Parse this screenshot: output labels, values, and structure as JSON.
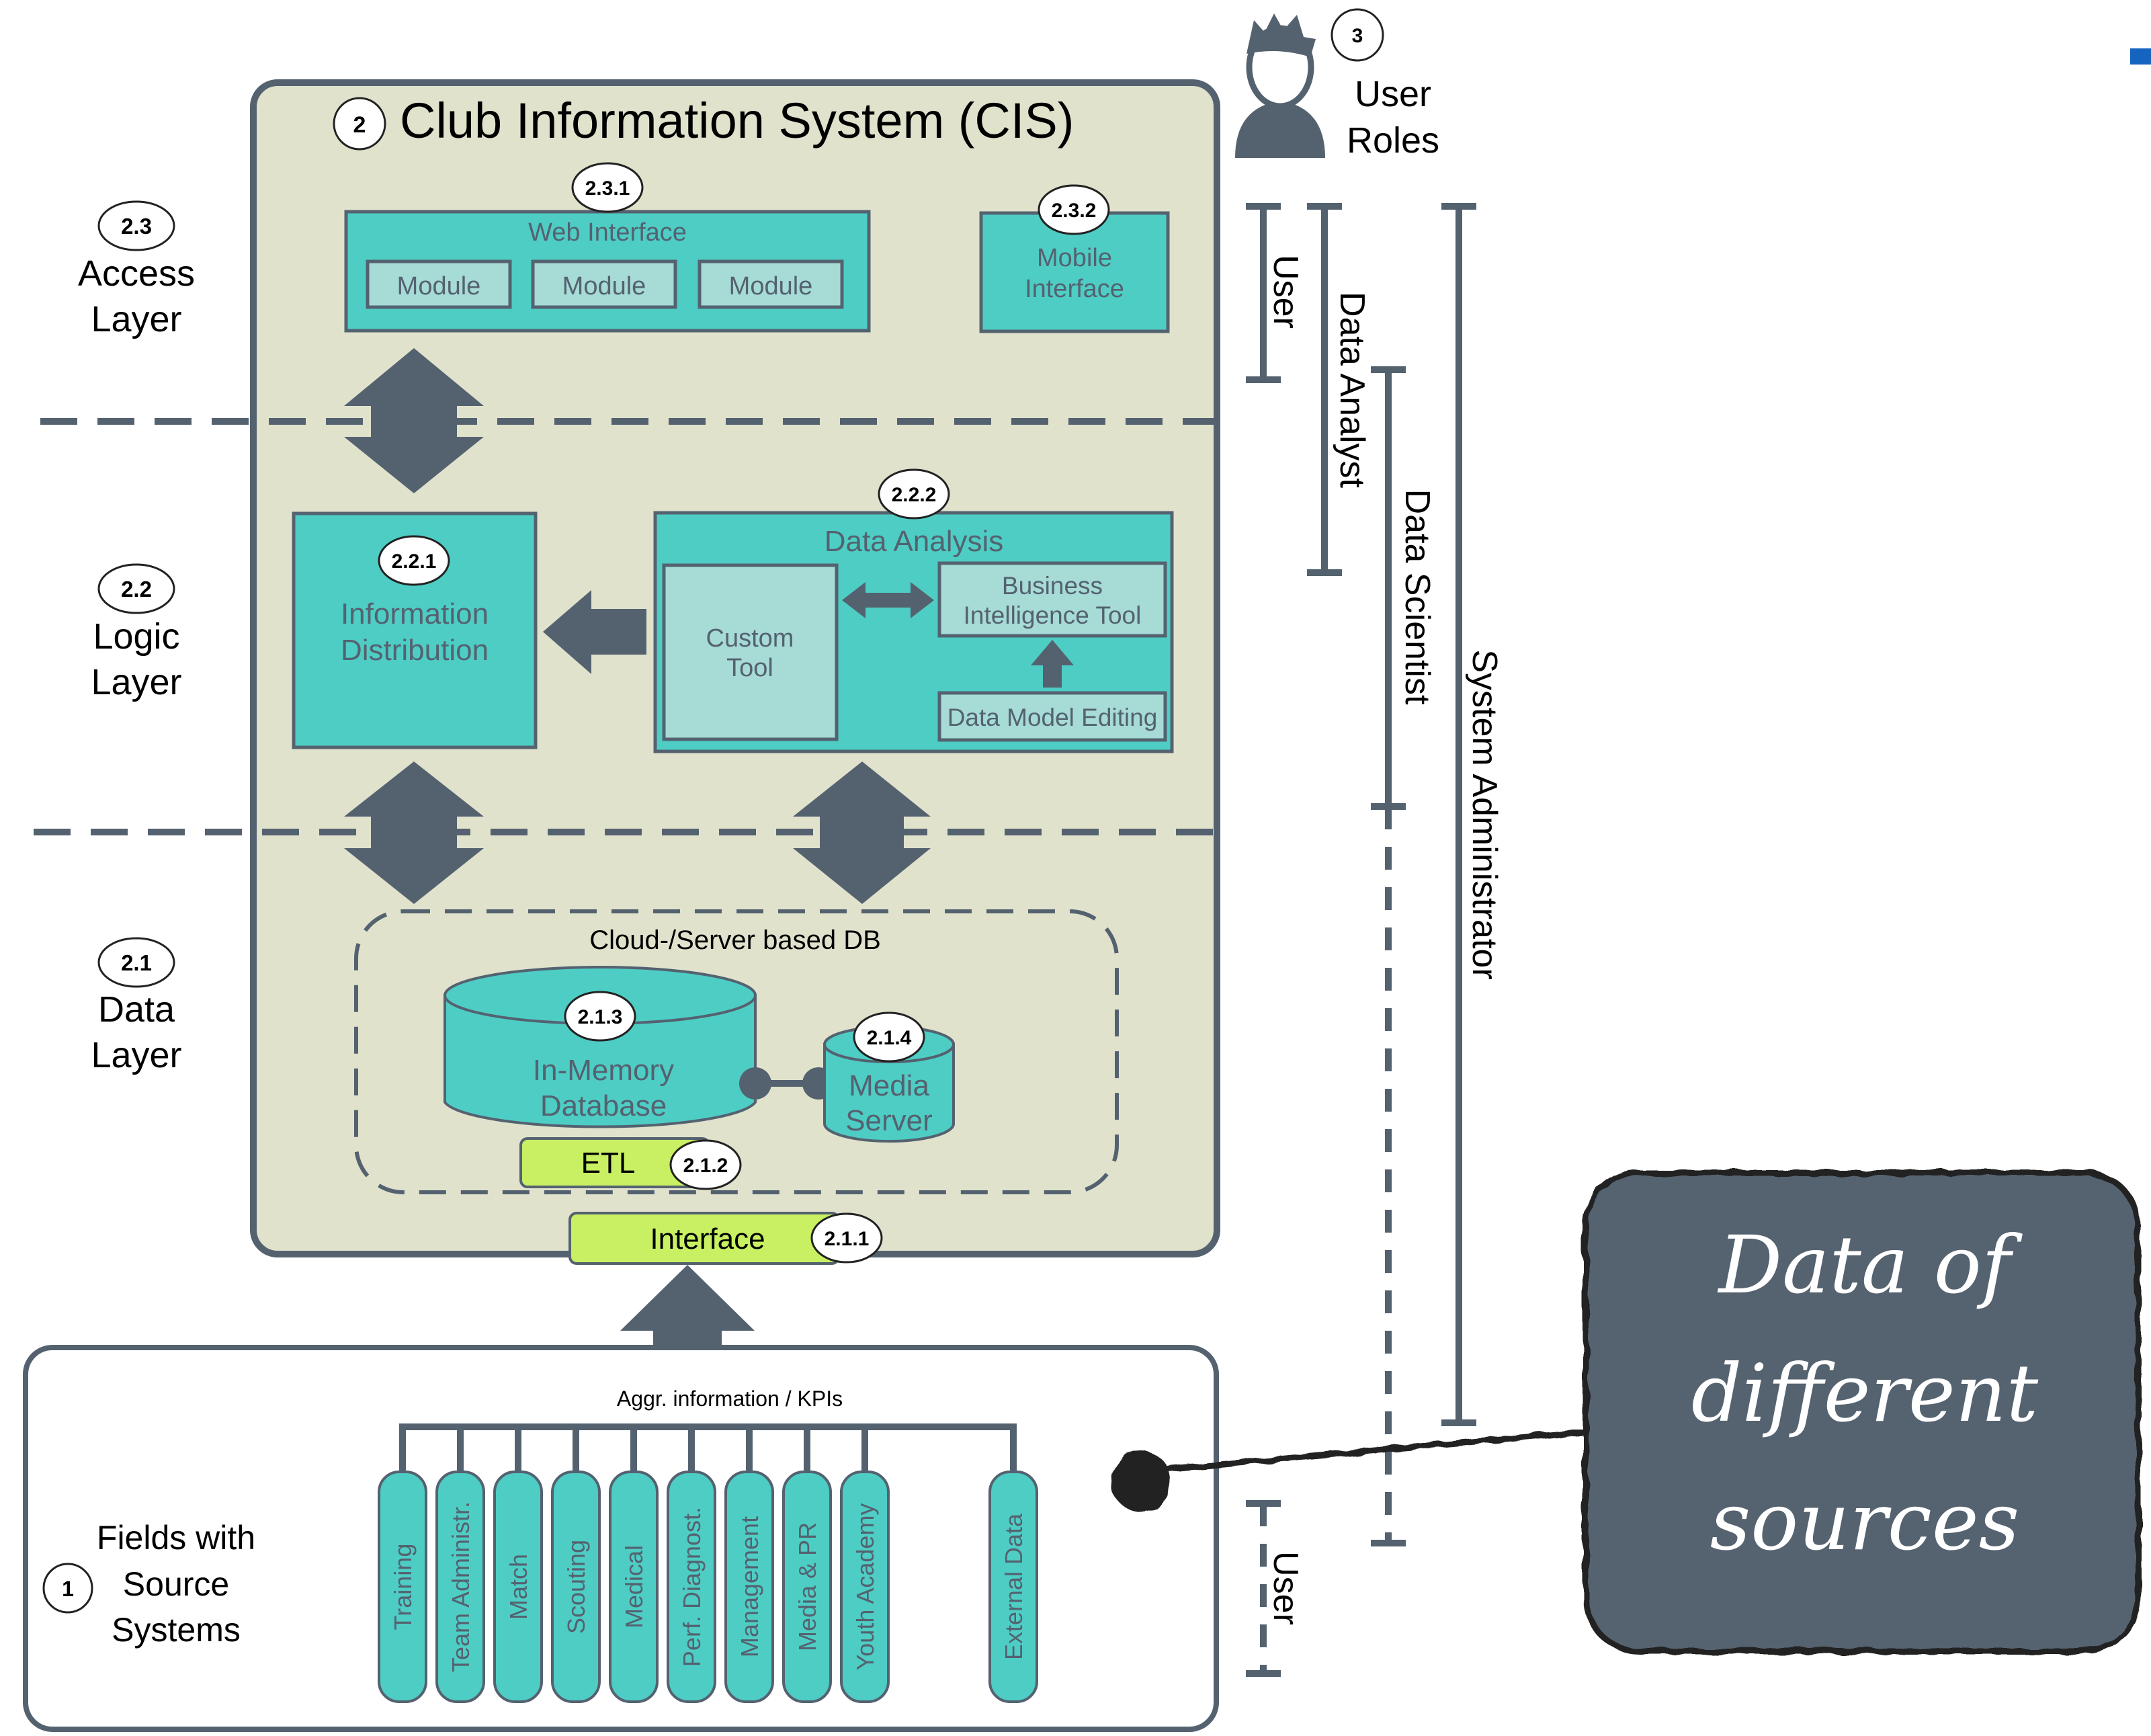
{
  "title": "Club Information System (CIS)",
  "badges": {
    "cis": "2",
    "access": "2.3",
    "logic": "2.2",
    "data": "2.1",
    "source": "1",
    "roles": "3",
    "web_interface": "2.3.1",
    "mobile_interface": "2.3.2",
    "info_distribution": "2.2.1",
    "data_analysis": "2.2.2",
    "in_memory_db": "2.1.3",
    "media_server": "2.1.4",
    "etl": "2.1.2",
    "interface": "2.1.1"
  },
  "layers": {
    "access": [
      "Access",
      "Layer"
    ],
    "logic": [
      "Logic",
      "Layer"
    ],
    "data": [
      "Data",
      "Layer"
    ]
  },
  "source_systems_label": [
    "Fields with",
    "Source",
    "Systems"
  ],
  "access_layer": {
    "web_interface": "Web Interface",
    "modules": [
      "Module",
      "Module",
      "Module"
    ],
    "mobile_interface": [
      "Mobile",
      "Interface"
    ]
  },
  "logic_layer": {
    "info_distribution": [
      "Information",
      "Distribution"
    ],
    "data_analysis": "Data Analysis",
    "custom_tool": [
      "Custom",
      "Tool"
    ],
    "bi_tool": [
      "Business",
      "Intelligence Tool"
    ],
    "data_model_editing": "Data Model Editing"
  },
  "data_layer": {
    "db_container": "Cloud-/Server based DB",
    "in_memory_db": [
      "In-Memory",
      "Database"
    ],
    "media_server": [
      "Media",
      "Server"
    ],
    "etl": "ETL",
    "interface": "Interface"
  },
  "aggr_label": "Aggr. information / KPIs",
  "source_fields": [
    "Training",
    "Team Administr.",
    "Match",
    "Scouting",
    "Medical",
    "Perf. Diagnost.",
    "Management",
    "Media & PR",
    "Youth Academy",
    "External Data"
  ],
  "user_roles": {
    "title": [
      "User",
      "Roles"
    ],
    "roles": [
      "User",
      "Data Analyst",
      "Data Scientist",
      "System Administrator",
      "User"
    ]
  },
  "callout": [
    "Data of",
    "different",
    "sources"
  ],
  "colors": {
    "teal": "#4ecdc4",
    "teal_light": "#a6dbd6",
    "panel": "#e0e2cc",
    "slate": "#546270",
    "lime": "#c8f062",
    "blue_accent": "#1565c0"
  },
  "icons": {
    "user_roles": "user-avatar-icon"
  }
}
